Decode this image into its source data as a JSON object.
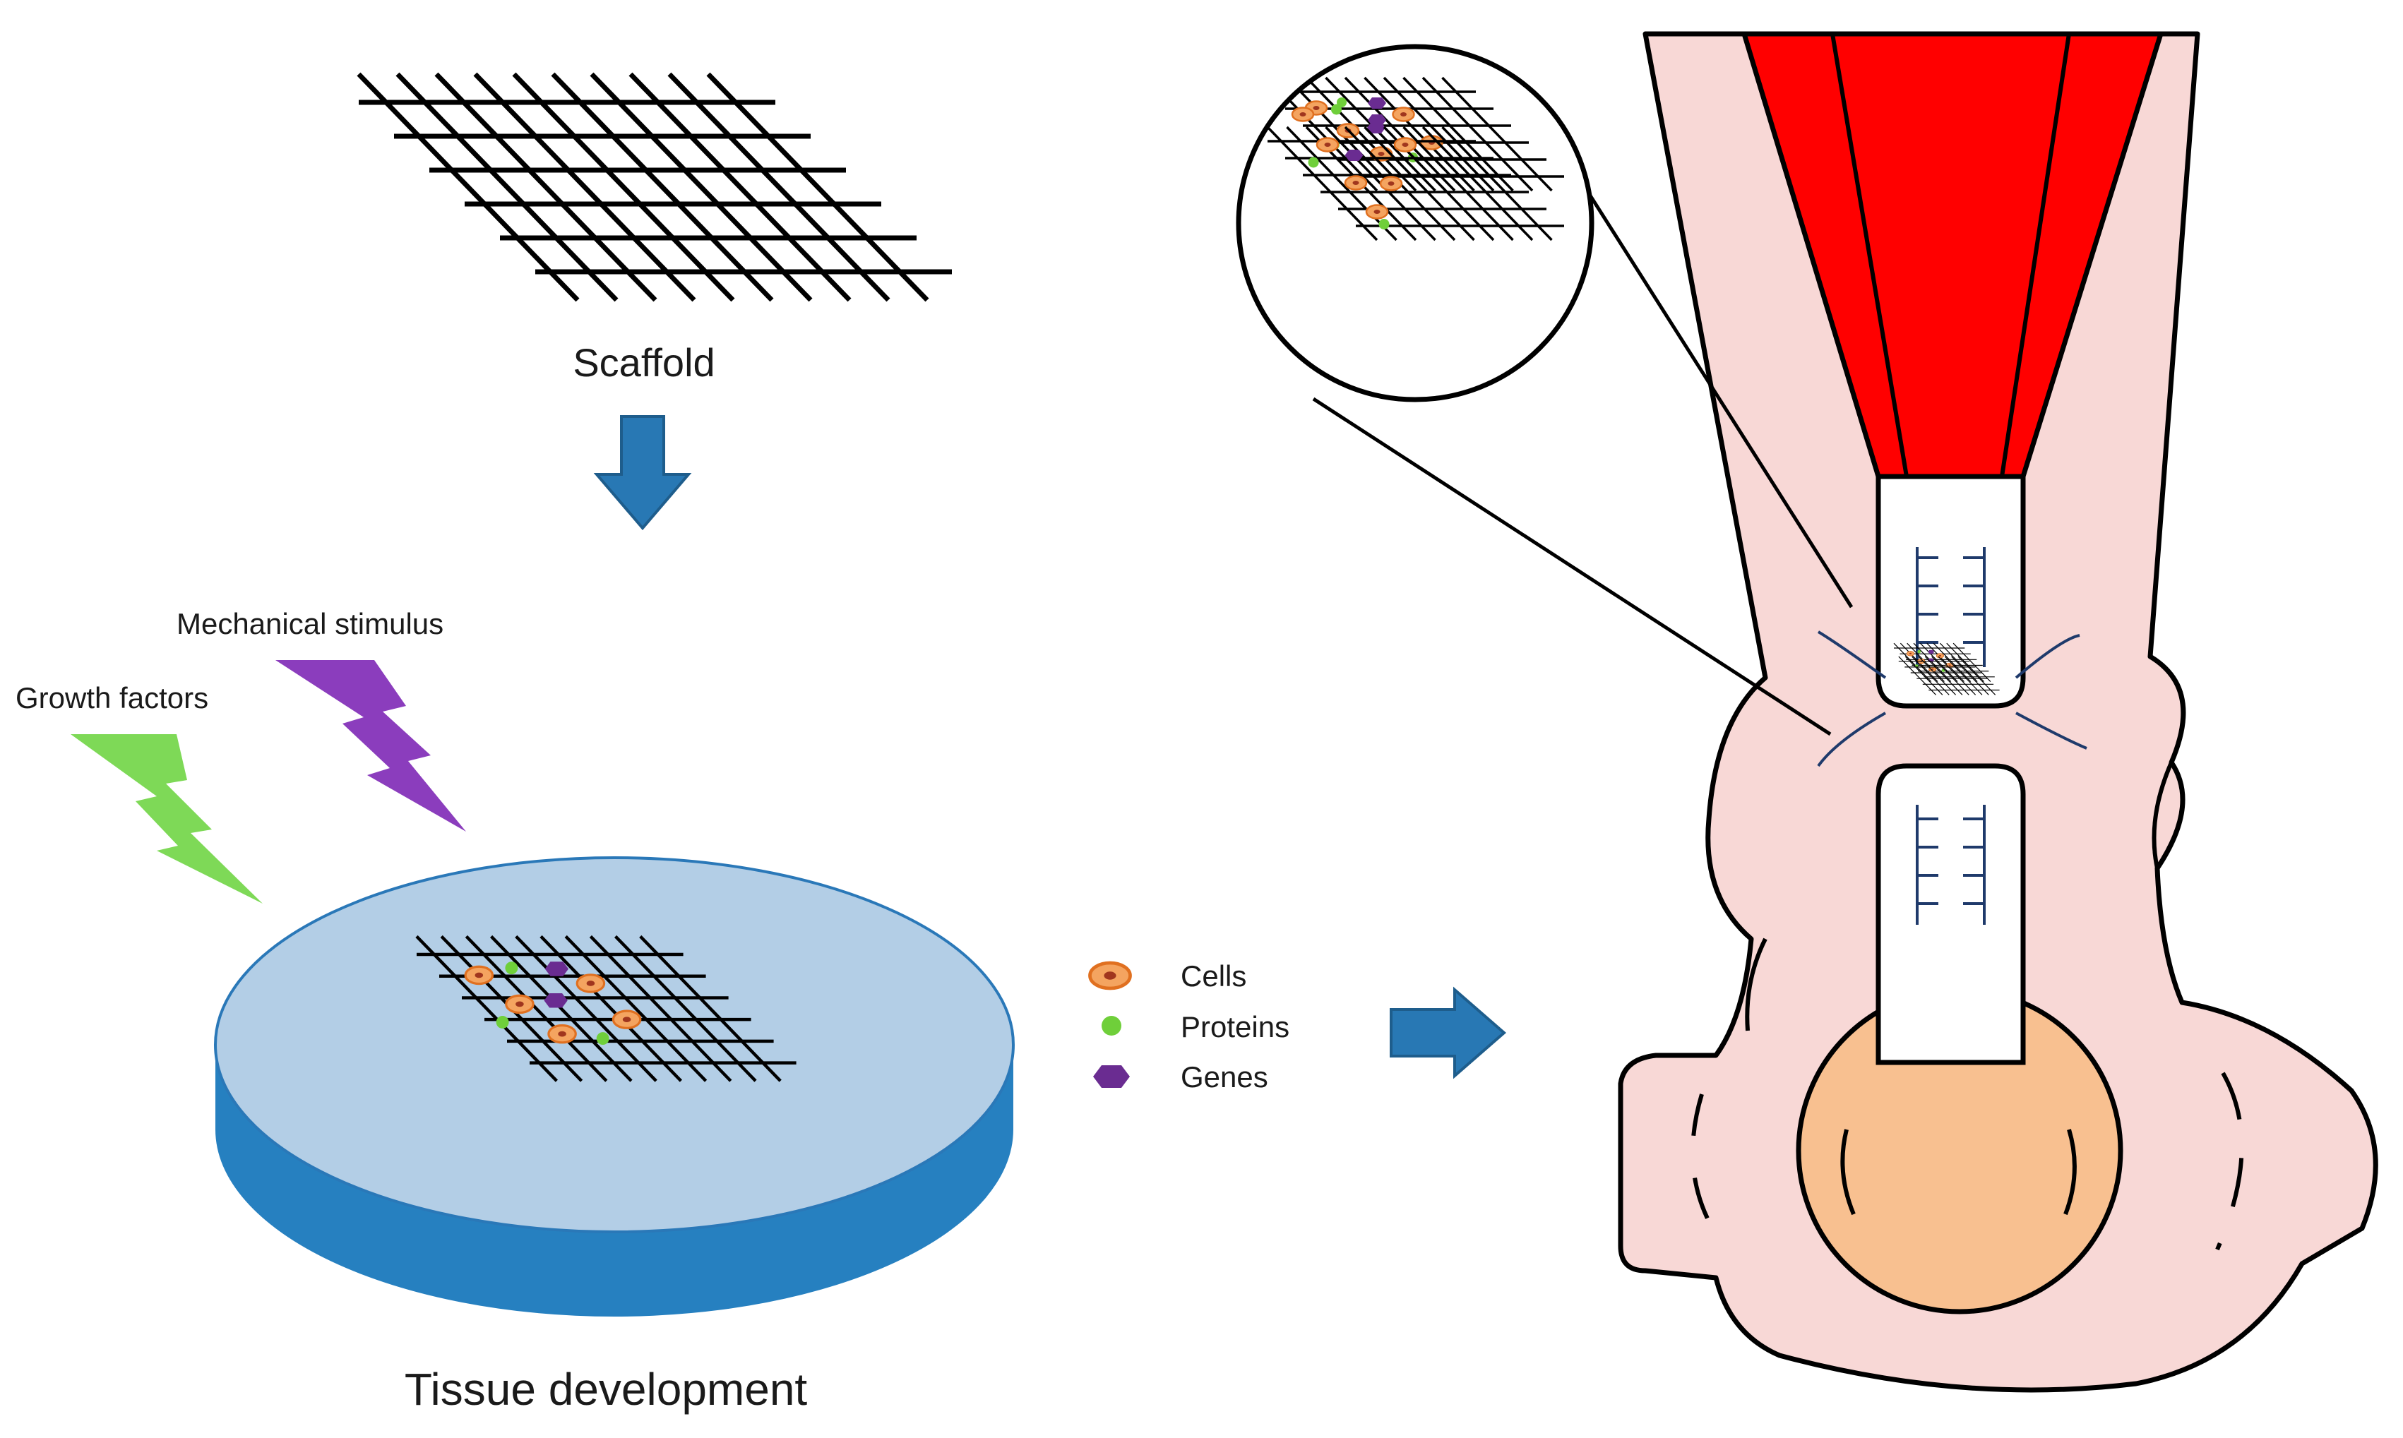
{
  "labels": {
    "scaffold": "Scaffold",
    "mechanical_stimulus": "Mechanical stimulus",
    "growth_factors": "Growth factors",
    "tissue_development": "Tissue development"
  },
  "legend": {
    "cells": "Cells",
    "proteins": "Proteins",
    "genes": "Genes"
  },
  "colors": {
    "arrow_blue": "#2878b4",
    "dish_top": "#b3cee6",
    "dish_side": "#2680c0",
    "growth_factor_green": "#7ed957",
    "mechanical_purple": "#8b3dbd",
    "cell_orange": "#f4a460",
    "cell_nucleus": "#a0361e",
    "protein_green": "#6fcf3a",
    "gene_purple": "#6a2c91",
    "muscle_red": "#ff0000",
    "skin_pink": "#f8d8d6",
    "bone_orange": "#f8c090"
  }
}
